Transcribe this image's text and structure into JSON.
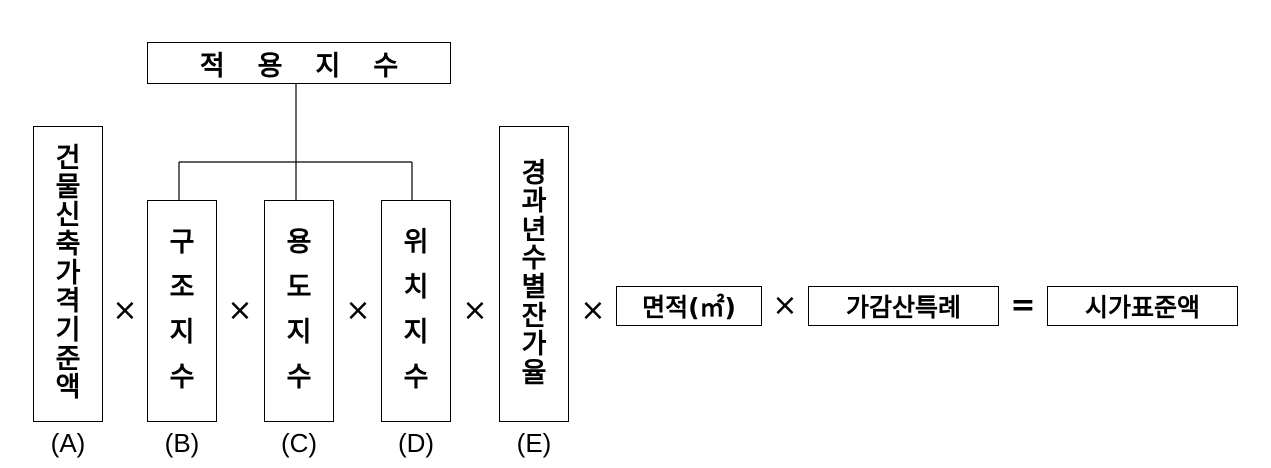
{
  "top_box": {
    "text": "적용지수"
  },
  "boxes": {
    "a": [
      "건",
      "물",
      "신",
      "축",
      "가",
      "격",
      "기",
      "준",
      "액"
    ],
    "b": [
      "구",
      "조",
      "지",
      "수"
    ],
    "c": [
      "용",
      "도",
      "지",
      "수"
    ],
    "d": [
      "위",
      "치",
      "지",
      "수"
    ],
    "e": [
      "경",
      "과",
      "년",
      "수",
      "별",
      "잔",
      "가",
      "율"
    ]
  },
  "area_box": {
    "text": "면적(㎡)"
  },
  "special_box": {
    "text": "가감산특례"
  },
  "result_box": {
    "text": "시가표준액"
  },
  "operators": {
    "times": "×",
    "equals": "="
  },
  "labels": {
    "a": "(A)",
    "b": "(B)",
    "c": "(C)",
    "d": "(D)",
    "e": "(E)"
  }
}
